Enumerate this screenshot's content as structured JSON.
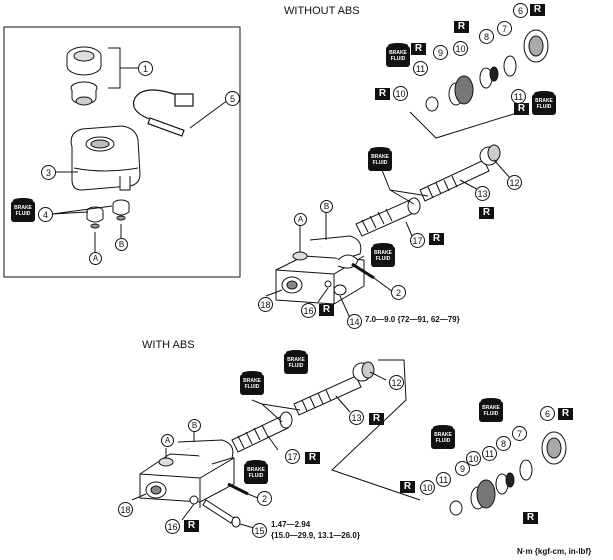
{
  "title_without_abs": "WITHOUT ABS",
  "title_with_abs": "WITH ABS",
  "torque_14": "7.0—9.0 {72—91, 62—79}",
  "torque_15_line1": "1.47—2.94",
  "torque_15_line2": "{15.0—29.9, 13.1—26.0}",
  "units": "N·m {kgf-cm, in-lbf}",
  "replace_mark": "R",
  "brake_fluid_line1": "BRAKE",
  "brake_fluid_line2": "FLUID",
  "callouts": {
    "n1": "1",
    "n2": "2",
    "n3": "3",
    "n4": "4",
    "n5": "5",
    "n6": "6",
    "n7": "7",
    "n8": "8",
    "n9": "9",
    "n10": "10",
    "n11": "11",
    "n12": "12",
    "n13": "13",
    "n14": "14",
    "n15": "15",
    "n16": "16",
    "n17": "17",
    "n18": "18",
    "a": "A",
    "b": "B"
  }
}
